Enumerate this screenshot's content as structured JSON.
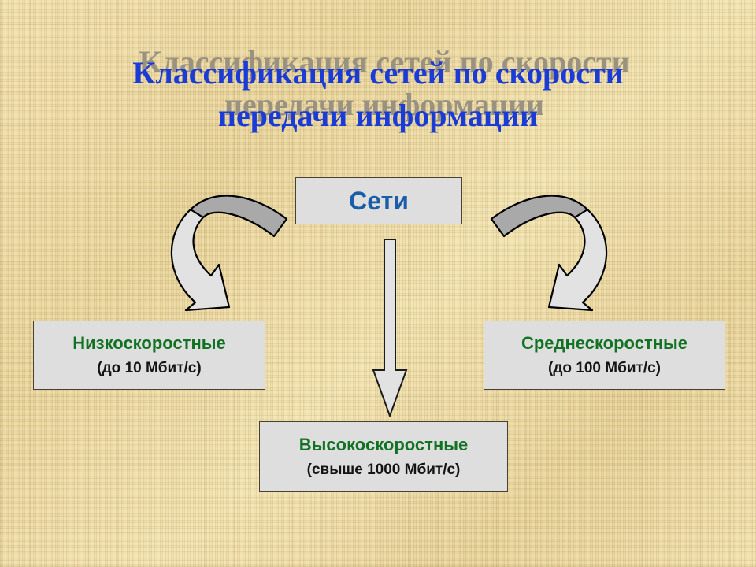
{
  "slide": {
    "title_line1": "Классификация сетей по скорости",
    "title_line2": "передачи информации",
    "title_full": "Классификация сетей по скорости\nпередачи информации",
    "title_color": "#1a3bd6",
    "title_shadow_color": "#9a9280",
    "background_color": "#ecd9a1",
    "background_style": "papyrus-texture"
  },
  "diagram": {
    "box_fill": "#dedede",
    "box_border": "#4a4030",
    "heading_color": "#127223",
    "subtext_color": "#141414",
    "root": {
      "label": "Сети",
      "color": "#1b5ea8"
    },
    "branches": [
      {
        "name": "low-speed",
        "label": "Низкоскоростные",
        "detail": "(до 10 Мбит/с)"
      },
      {
        "name": "medium-speed",
        "label": "Среднескоростные",
        "detail": "(до 100 Мбит/с)"
      },
      {
        "name": "high-speed",
        "label": "Высокоскоростные",
        "detail": "(свыше 1000 Мбит/с)"
      }
    ],
    "arrows": [
      {
        "name": "curved-arrow-left",
        "direction": "down-left",
        "tail_color": "#a8a8a8",
        "head_color": "#e0e0e0"
      },
      {
        "name": "curved-arrow-right",
        "direction": "down-right",
        "tail_color": "#a8a8a8",
        "head_color": "#e0e0e0"
      },
      {
        "name": "straight-arrow-down",
        "direction": "down",
        "tail_color": "#e0e0e0",
        "head_color": "#e0e0e0"
      }
    ]
  }
}
